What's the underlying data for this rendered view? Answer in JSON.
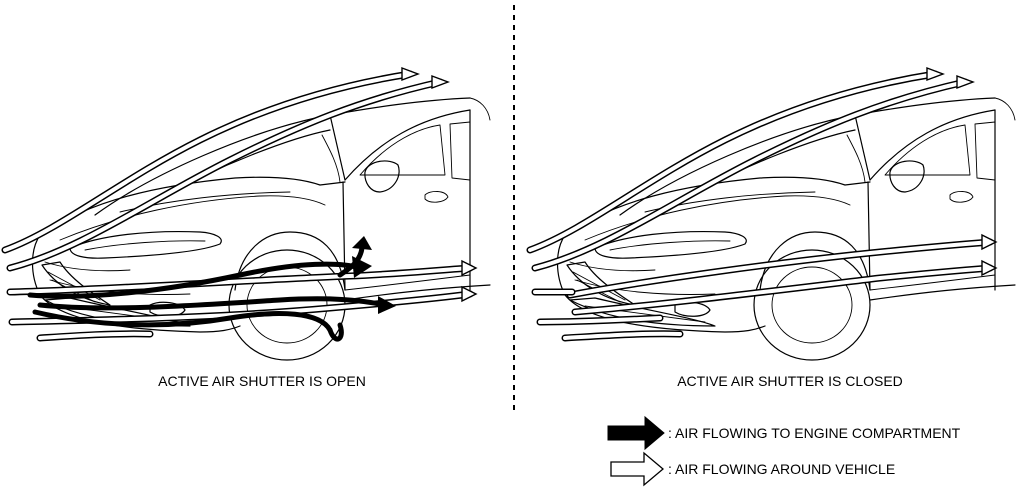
{
  "panels": {
    "open": {
      "caption": "ACTIVE AIR SHUTTER IS OPEN"
    },
    "closed": {
      "caption": "ACTIVE AIR SHUTTER IS CLOSED"
    }
  },
  "legend": {
    "engine_flow": {
      "label": ": AIR FLOWING TO ENGINE COMPARTMENT",
      "icon": "solid-arrow-icon"
    },
    "around_flow": {
      "label": ": AIR FLOWING AROUND VEHICLE",
      "icon": "hollow-arrow-icon"
    }
  }
}
